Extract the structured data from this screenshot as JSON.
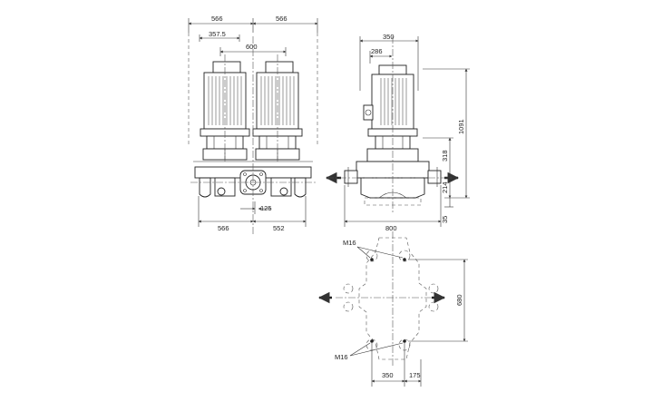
{
  "drawing_title": "",
  "dimensions": {
    "front": {
      "top_left_width": "566",
      "top_right_width": "566",
      "inner_offset": "357.5",
      "motor_spacing": "600",
      "bottom_left": "566",
      "bottom_right": "552",
      "port_offset": "125"
    },
    "side": {
      "overall_width": "350",
      "motor_offset": "286",
      "total_height": "1091",
      "housing_height": "318",
      "port_height": "214",
      "base_height": "35",
      "base_length": "800"
    },
    "plan": {
      "bolt_top": "M16",
      "bolt_bottom": "M16",
      "bolt_spacing_vertical": "680",
      "bolt_spacing_horizontal": "350",
      "bolt_offset": "175"
    }
  }
}
